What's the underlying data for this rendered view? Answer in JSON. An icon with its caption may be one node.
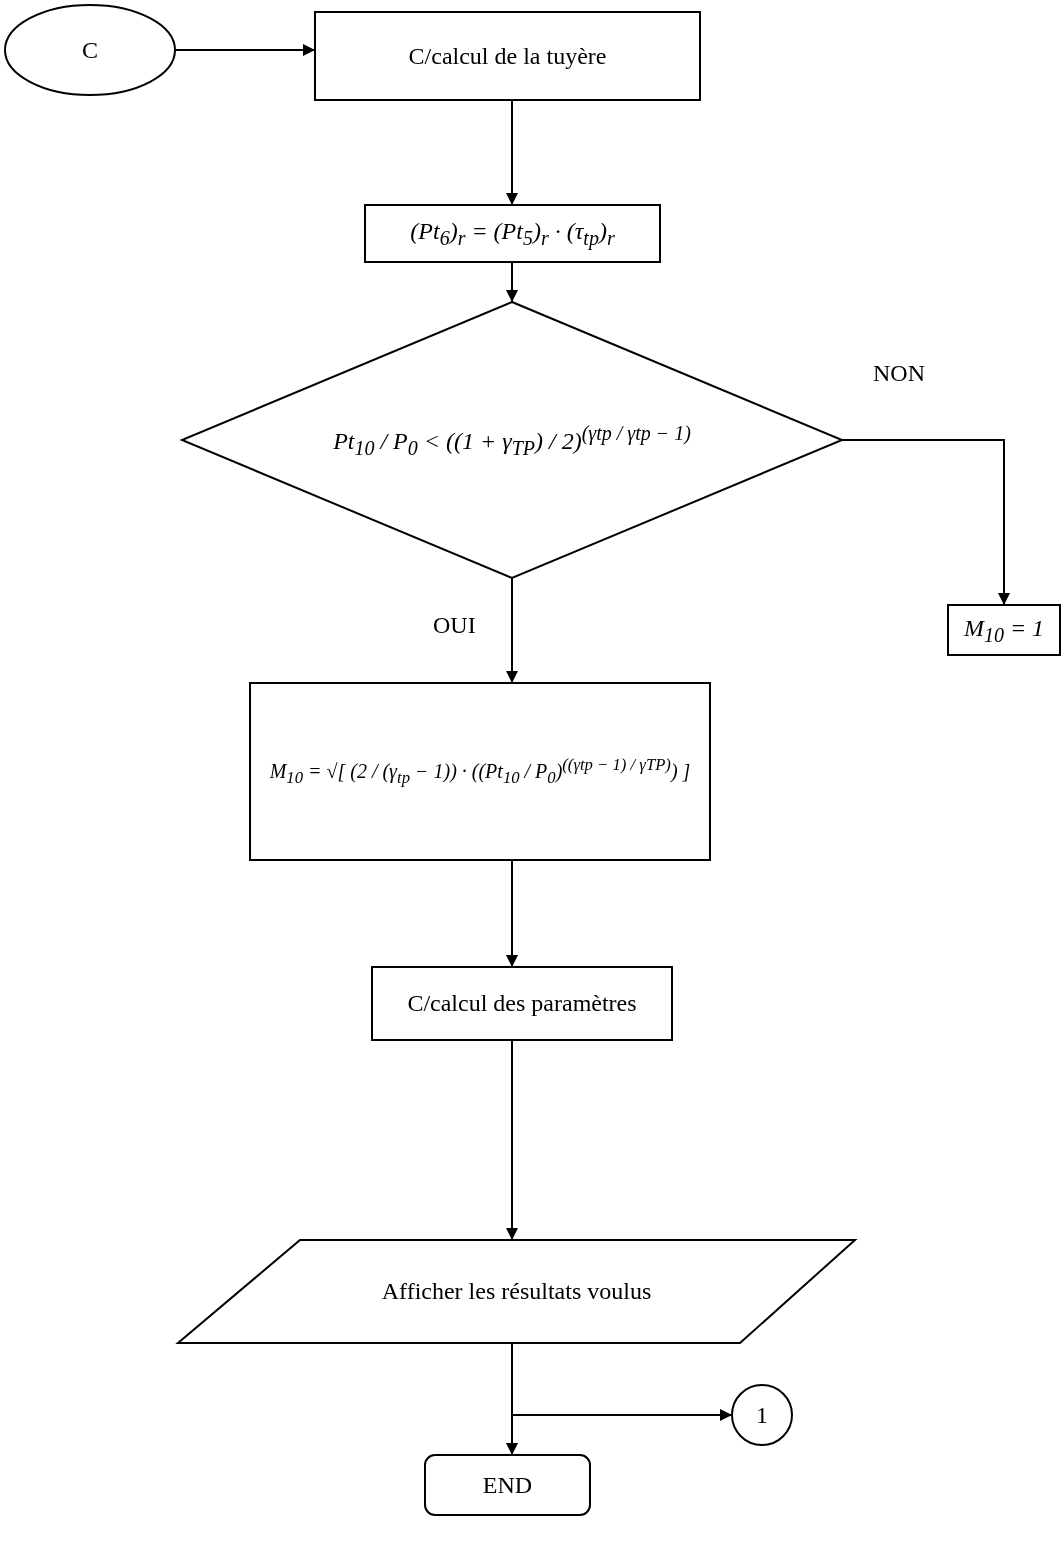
{
  "diagram": {
    "nodes": [
      {
        "text": [
          "C"
        ]
      },
      {
        "text": [
          "C/calcul de la tuyère"
        ]
      },
      {
        "text": [
          "(Pt$_{6}$)$_{r}$ = (Pt$_{5}$)$_{r}$ · (τ$_{tp}$)$_{r}$"
        ]
      },
      {
        "text": [
          "Pt$_{10}$ / P$_{0}$ < ((1 + γ$_{TP}$) / 2)$^{(γtp / γtp − 1)}$"
        ]
      },
      {
        "text": [
          "M$_{10}$ = 1"
        ]
      },
      {
        "text": [
          "M$_{10}$ = √[ (2 / (γ$_{tp}$ − 1)) · ((Pt$_{10}$ / P$_{0}$)$^{((γtp − 1) / γTP)}$) ]"
        ]
      },
      {
        "text": [
          "C/calcul des paramètres"
        ]
      },
      {
        "text": [
          "Afficher les résultats voulus"
        ]
      },
      {
        "text": [
          "1"
        ]
      },
      {
        "text": [
          "END"
        ]
      }
    ],
    "edges": [
      {
        "from": 0,
        "to": 1,
        "arrow": "to"
      },
      {
        "from": 1,
        "to": 2,
        "arrow": "to"
      },
      {
        "from": 2,
        "to": 3,
        "arrow": "to"
      },
      {
        "from": 3,
        "to": 4,
        "arrow": "to",
        "label": "NON"
      },
      {
        "from": 3,
        "to": 5,
        "arrow": "to",
        "label": "OUI"
      },
      {
        "from": 5,
        "to": 6,
        "arrow": "to"
      },
      {
        "from": 6,
        "to": 7,
        "arrow": "to"
      },
      {
        "from": 7,
        "to": 9,
        "arrow": "to"
      },
      {
        "from": 7,
        "to": 8,
        "arrow": "to"
      }
    ]
  }
}
